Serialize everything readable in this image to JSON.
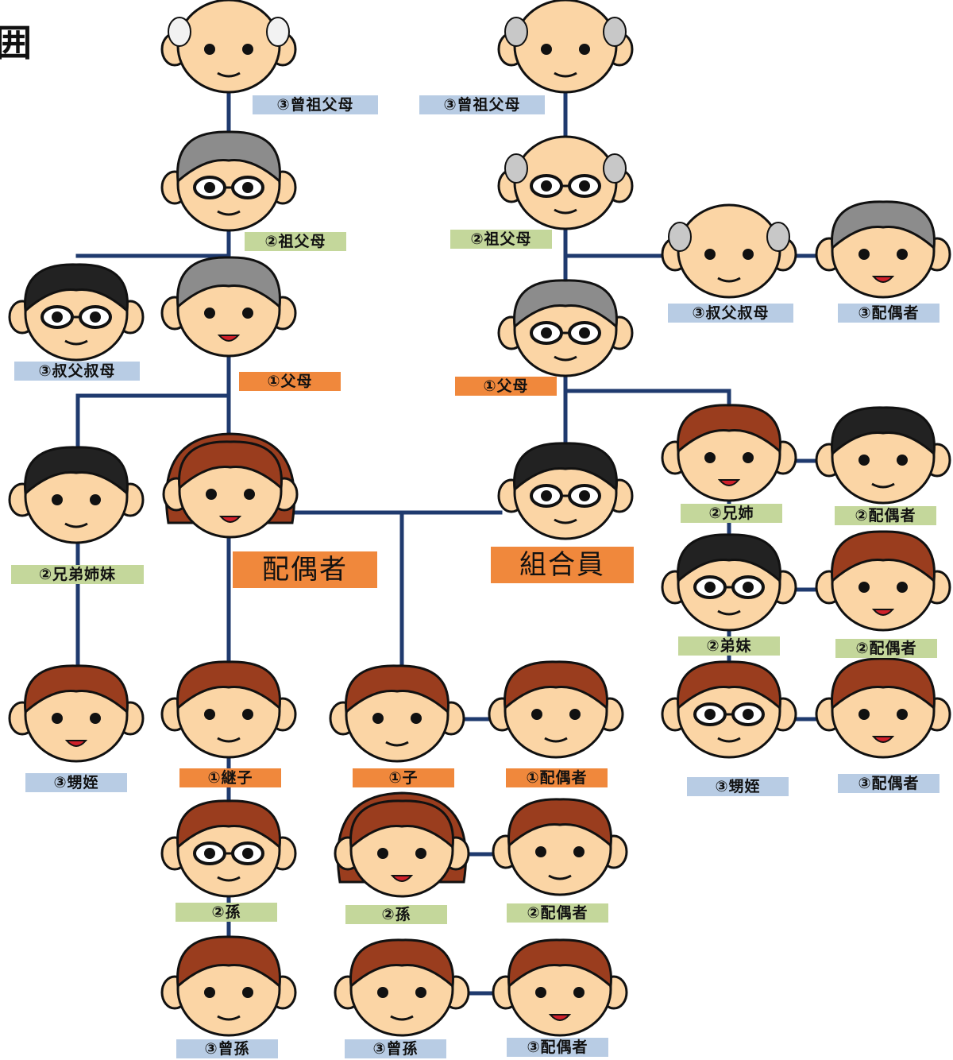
{
  "corner_char": "囲",
  "colors": {
    "line": "#1f3a6e",
    "gen1": "#f0883c",
    "gen2": "#c4d79b",
    "gen3": "#b8cce4",
    "skin": "#fbd5a5",
    "brown_hair": "#9a3d1e",
    "gray_hair": "#8c8c8c",
    "black_hair": "#222222"
  },
  "labels": {
    "ggp_left": "③曾祖父母",
    "ggp_right": "③曾祖父母",
    "gp_left": "②祖父母",
    "gp_right": "②祖父母",
    "uncle_left": "③叔父叔母",
    "uncle_right": "③叔父叔母",
    "uncle_right_spouse": "③配偶者",
    "parent_left": "①父母",
    "parent_right": "①父母",
    "sibling_left": "②兄弟姉妹",
    "spouse_main": "配偶者",
    "member_main": "組合員",
    "elder_sib": "②兄姉",
    "elder_sib_spouse": "②配偶者",
    "younger_sib": "②弟妹",
    "younger_sib_spouse": "②配偶者",
    "nephew_left": "③甥姪",
    "stepchild": "①継子",
    "child": "①子",
    "child_spouse": "①配偶者",
    "nephew_right": "③甥姪",
    "nephew_right_spouse": "③配偶者",
    "grandchild_left": "②孫",
    "grandchild_mid": "②孫",
    "grandchild_spouse": "②配偶者",
    "ggc_left": "③曾孫",
    "ggc_mid": "③曾孫",
    "ggc_spouse": "③配偶者"
  },
  "faces": {
    "ggp_left": "elder-bald-white-sides",
    "ggp_right": "elder-bald",
    "gp_left": "gray-curly-glasses",
    "gp_right": "bald-glasses",
    "uncle_left": "black-hair-glasses",
    "parent_left_face": "gray-curly-woman",
    "uncle_right": "bald-man",
    "uncle_right_spouse": "gray-hair-woman",
    "parent_right_face": "glasses-man",
    "sibling_left": "black-hair-man",
    "spouse_main": "brown-long-hair-woman",
    "member_main": "black-hair-glasses-man",
    "elder_sib": "brown-hair-woman",
    "elder_sib_spouse": "black-hair-man",
    "younger_sib": "black-hair-glasses",
    "younger_sib_spouse": "brown-curly-woman",
    "nephew_left": "brown-hair-woman",
    "stepchild": "brown-short-hair",
    "child": "brown-spiky-hair",
    "child_spouse": "brown-bob-hair",
    "nephew_right": "brown-hair-glasses",
    "nephew_right_spouse": "brown-curly-woman",
    "grandchild_left": "brown-hair-glasses",
    "grandchild_mid": "brown-long-hair-girl",
    "grandchild_spouse": "brown-hair-man",
    "ggc_left": "brown-curly-kid",
    "ggc_mid": "brown-spiky-kid",
    "ggc_spouse": "brown-hair-woman"
  }
}
